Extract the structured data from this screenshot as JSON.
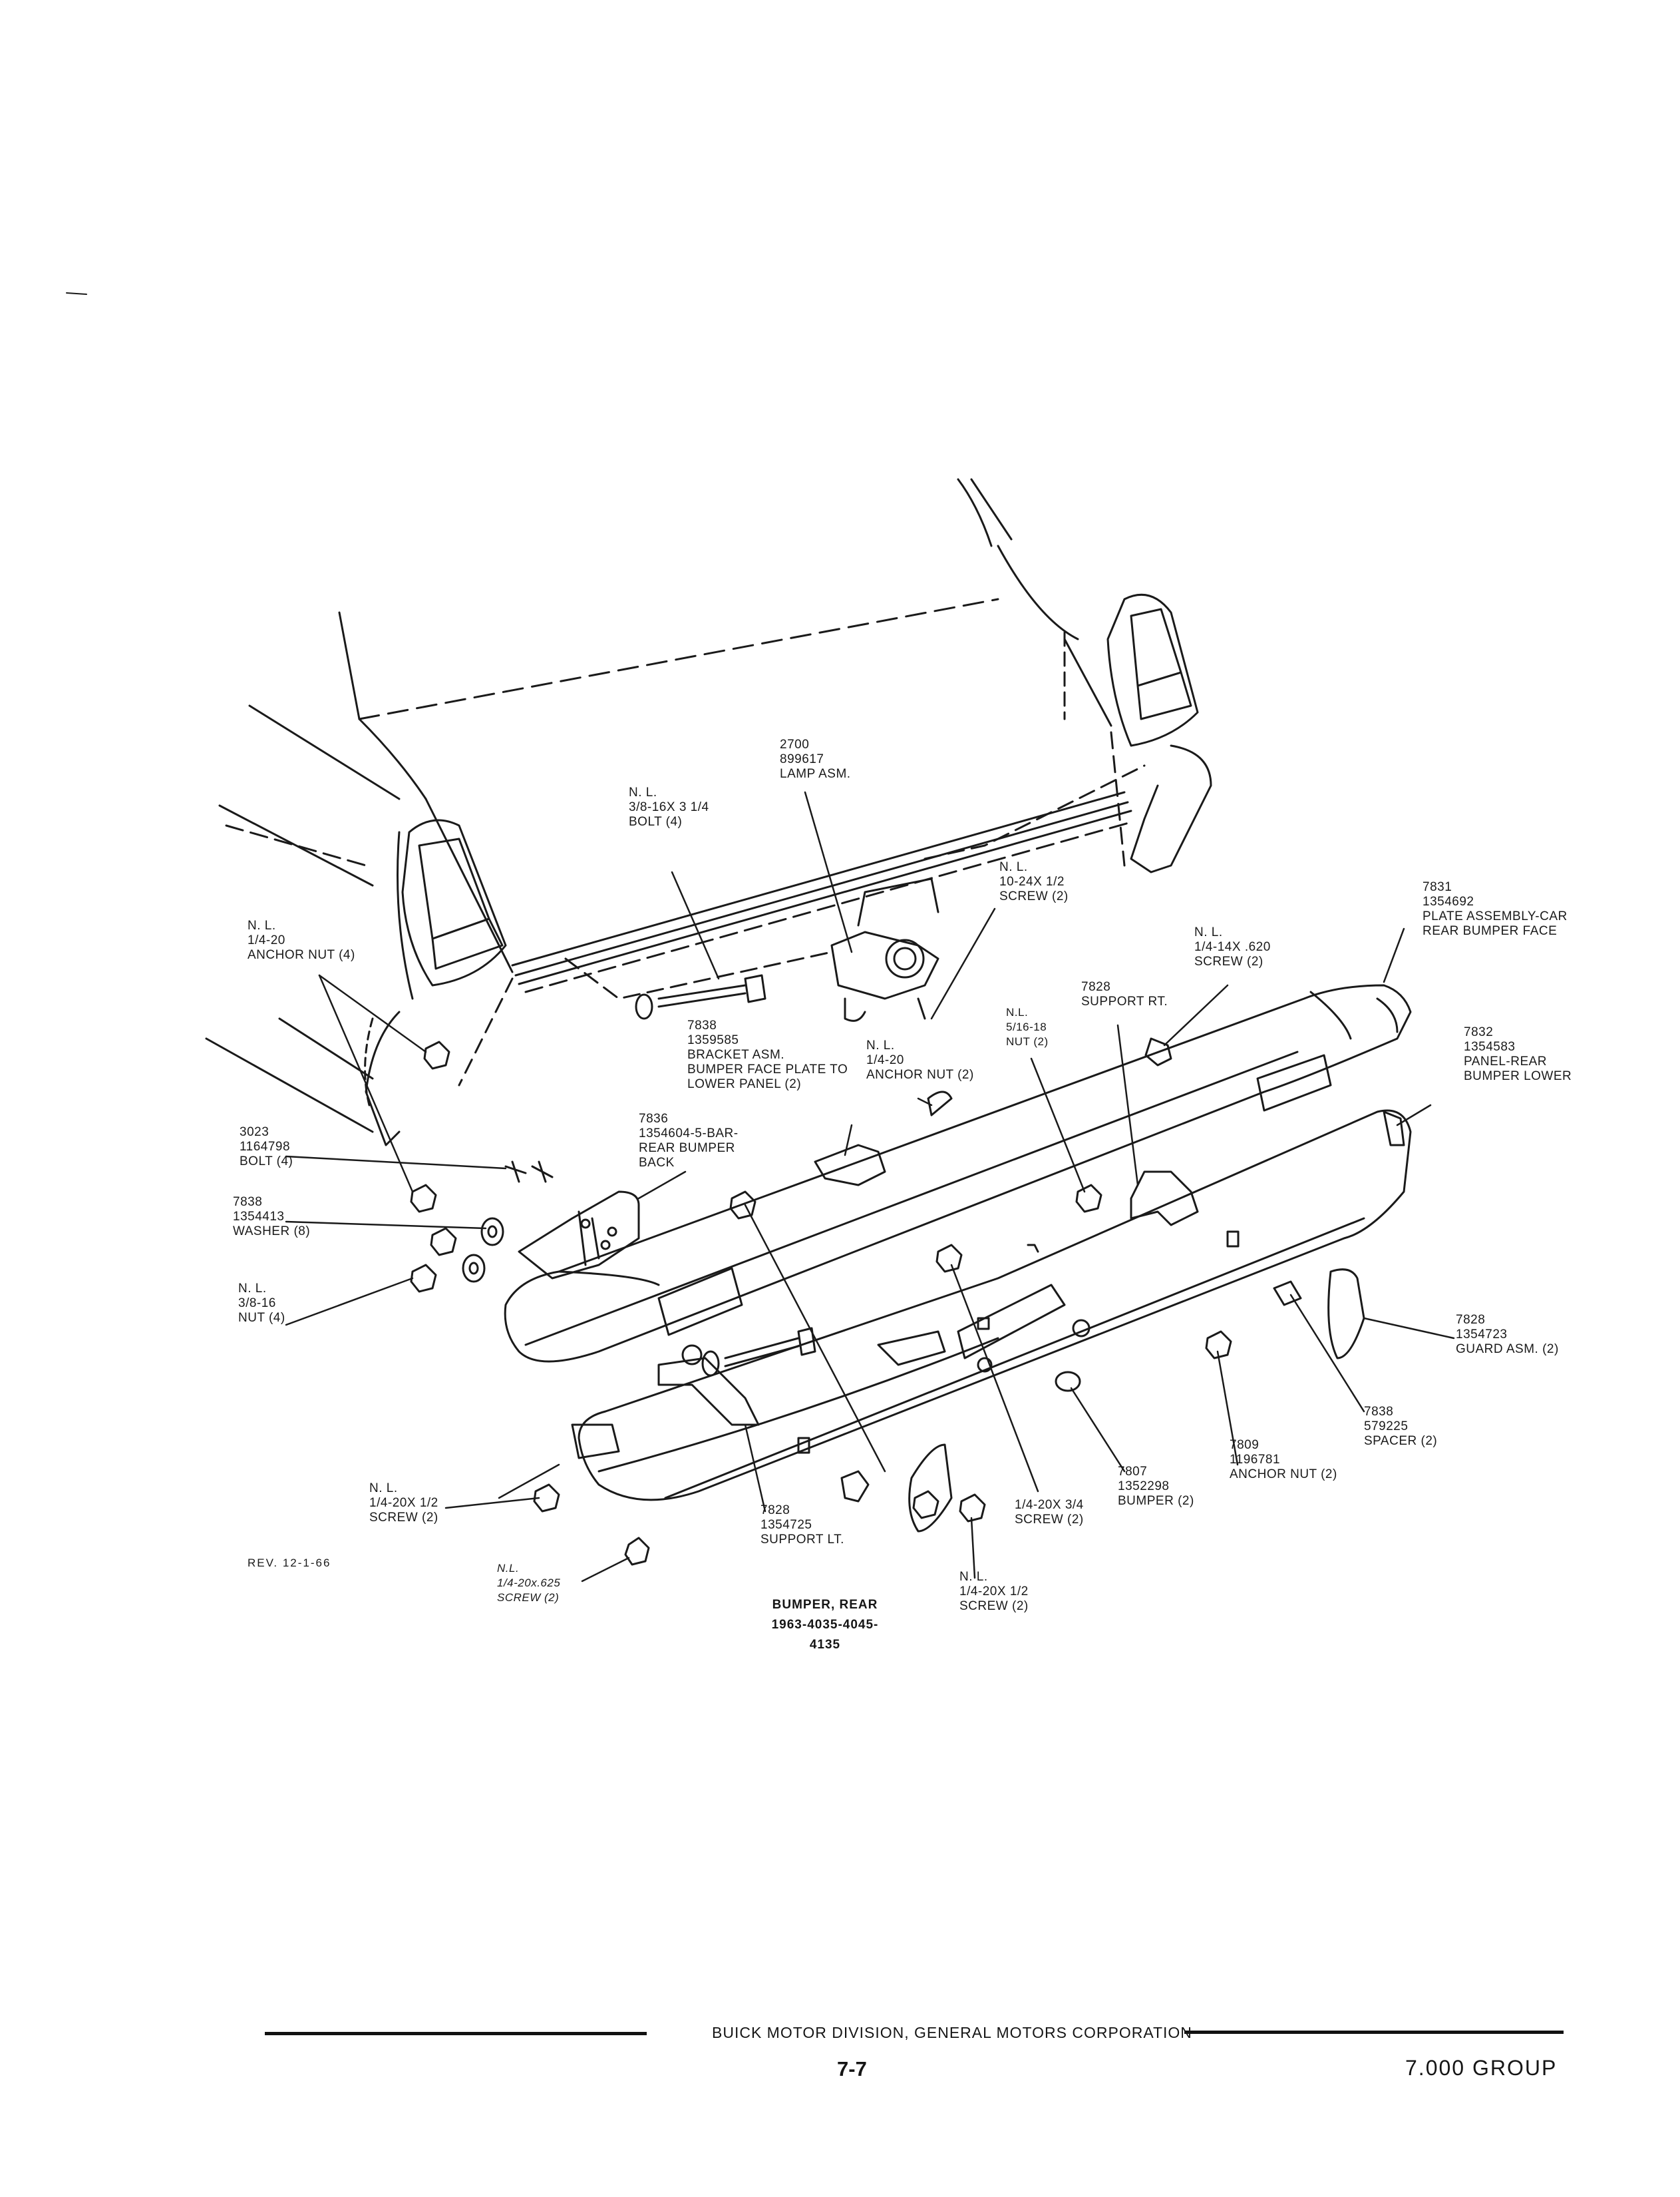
{
  "callouts": [
    {
      "id": "lamp",
      "lines": [
        "2700",
        "899617",
        "LAMP ASM."
      ]
    },
    {
      "id": "bolt-top",
      "lines": [
        "N. L.",
        "3/8-16X 3 1/4",
        "BOLT (4)"
      ]
    },
    {
      "id": "screw-10-24",
      "lines": [
        "N. L.",
        "10-24X 1/2",
        "SCREW (2)"
      ]
    },
    {
      "id": "plate-assembly",
      "lines": [
        "7831",
        "1354692",
        "PLATE ASSEMBLY-CAR",
        "REAR BUMPER FACE"
      ]
    },
    {
      "id": "anchor-nut-left",
      "lines": [
        "N. L.",
        "1/4-20",
        "ANCHOR NUT (4)"
      ]
    },
    {
      "id": "screw-14x620",
      "lines": [
        "N. L.",
        "1/4-14X .620",
        "SCREW (2)"
      ]
    },
    {
      "id": "support-rt",
      "lines": [
        "7828",
        "SUPPORT RT."
      ]
    },
    {
      "id": "nut-5-16",
      "lines": [
        "N.L.",
        "5/16-18",
        "NUT (2)"
      ]
    },
    {
      "id": "panel-lower",
      "lines": [
        "7832",
        "1354583",
        "PANEL-REAR",
        "BUMPER LOWER"
      ]
    },
    {
      "id": "bracket",
      "lines": [
        "7838",
        "1359585",
        "BRACKET ASM.",
        "BUMPER FACE PLATE TO",
        "LOWER PANEL (2)"
      ]
    },
    {
      "id": "anchor-nut-mid",
      "lines": [
        "N. L.",
        "1/4-20",
        "ANCHOR NUT (2)"
      ]
    },
    {
      "id": "bar",
      "lines": [
        "7836",
        "1354604-5-BAR-",
        "REAR BUMPER",
        "BACK"
      ]
    },
    {
      "id": "bolt-3023",
      "lines": [
        "3023",
        "1164798",
        "BOLT (4)"
      ]
    },
    {
      "id": "washer",
      "lines": [
        "7838",
        "1354413",
        "WASHER (8)"
      ]
    },
    {
      "id": "nut-3-8",
      "lines": [
        "N. L.",
        "3/8-16",
        "NUT (4)"
      ]
    },
    {
      "id": "guard",
      "lines": [
        "7828",
        "1354723",
        "GUARD ASM. (2)"
      ]
    },
    {
      "id": "spacer",
      "lines": [
        "7838",
        "579225",
        "SPACER (2)"
      ]
    },
    {
      "id": "anchor-nut-7809",
      "lines": [
        "7809",
        "1196781",
        "ANCHOR NUT (2)"
      ]
    },
    {
      "id": "bumper-7807",
      "lines": [
        "7807",
        "1352298",
        "BUMPER (2)"
      ]
    },
    {
      "id": "screw-20x3-4",
      "lines": [
        "1/4-20X 3/4",
        "SCREW (2)"
      ]
    },
    {
      "id": "screw-20x1-2-left",
      "lines": [
        "N. L.",
        "1/4-20X 1/2",
        "SCREW (2)"
      ]
    },
    {
      "id": "support-lt",
      "lines": [
        "7828",
        "1354725",
        "SUPPORT LT."
      ]
    },
    {
      "id": "screw-625",
      "lines": [
        "N.L.",
        "1/4-20x.625",
        "SCREW (2)"
      ]
    },
    {
      "id": "screw-20x1-2-right",
      "lines": [
        "N. L.",
        "1/4-20X 1/2",
        "SCREW (2)"
      ]
    }
  ],
  "revision": "REV. 12-1-66",
  "caption": {
    "title": "BUMPER, REAR",
    "models": "1963-4035-4045-4135"
  },
  "footer": {
    "corporation": "BUICK MOTOR DIVISION, GENERAL MOTORS CORPORATION",
    "page": "7-7",
    "group": "7.000 GROUP"
  },
  "colors": {
    "ink": "#151515",
    "paper": "#ffffff"
  }
}
